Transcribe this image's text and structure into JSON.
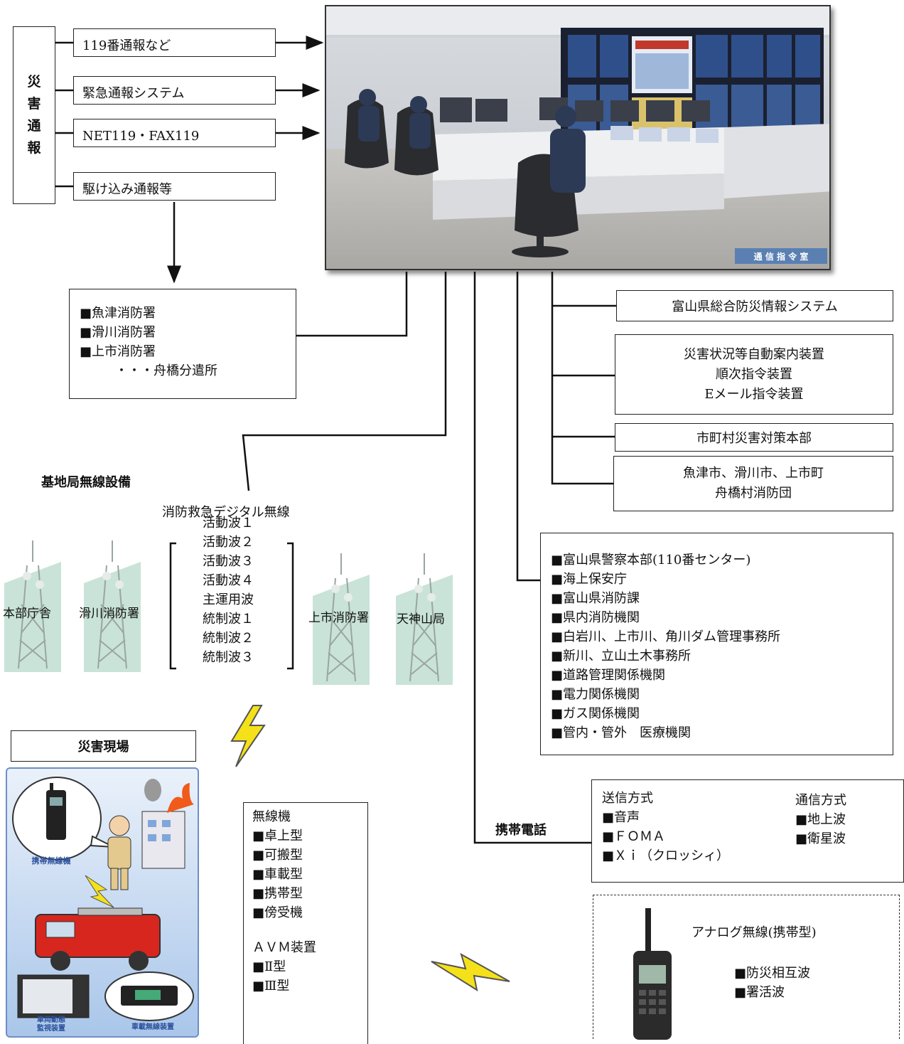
{
  "disaster_report": {
    "label_chars": [
      "災",
      "害",
      "通",
      "報"
    ],
    "channels": [
      "119番通報など",
      "緊急通報システム",
      "NET119・FAX119",
      "駆け込み通報等"
    ]
  },
  "photo": {
    "caption": "通 信 指 令 室"
  },
  "stations": {
    "items": [
      "■魚津消防署",
      "■滑川消防署",
      "■上市消防署",
      "・・・舟橋分遣所"
    ]
  },
  "right_links": {
    "box1": "富山県総合防災情報システム",
    "box2": [
      "災害状況等自動案内装置",
      "順次指令装置",
      "Eメール指令装置"
    ],
    "box3": "市町村災害対策本部",
    "box4": [
      "魚津市、滑川市、上市町",
      "舟橋村消防団"
    ]
  },
  "agencies": [
    "■富山県警察本部(110番センター)",
    "■海上保安庁",
    "■富山県消防課",
    "■県内消防機関",
    "■白岩川、上市川、角川ダム管理事務所",
    "■新川、立山土木事務所",
    "■道路管理関係機関",
    "■電力関係機関",
    "■ガス関係機関",
    "■管内・管外　医療機関"
  ],
  "base_station": {
    "heading": "基地局無線設備",
    "radio_title": "消防救急デジタル無線",
    "waves": [
      "活動波１",
      "活動波２",
      "活動波３",
      "活動波４",
      "主運用波",
      "統制波１",
      "統制波２",
      "統制波３"
    ],
    "towers": [
      "本部庁舎",
      "滑川消防署",
      "上市消防署",
      "天神山局"
    ]
  },
  "site": {
    "heading": "災害現場",
    "labels": [
      "携帯無線機",
      "車両動態\n監視装置",
      "車載無線装置"
    ]
  },
  "radio_equipment": {
    "title": "無線機",
    "items": [
      "■卓上型",
      "■可搬型",
      "■車載型",
      "■携帯型",
      "■傍受機"
    ],
    "avm_title": "ＡＶＭ装置",
    "avm_items": [
      "■Ⅱ型",
      "■Ⅲ型"
    ]
  },
  "mobile": {
    "label": "携帯電話",
    "send_title": "送信方式",
    "send_items": [
      "■音声",
      "■ＦＯＭＡ",
      "■Ｘｉ（クロッシィ）"
    ],
    "comm_title": "通信方式",
    "comm_items": [
      "■地上波",
      "■衛星波"
    ]
  },
  "analog": {
    "title": "アナログ無線(携帯型)",
    "items": [
      "■防災相互波",
      "■署活波"
    ]
  }
}
